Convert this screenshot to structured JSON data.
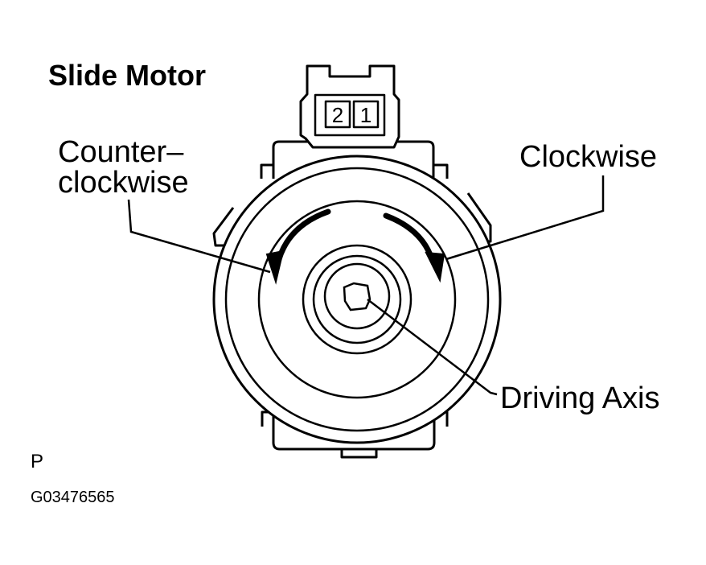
{
  "title": "Slide Motor",
  "labels": {
    "counter_clockwise_line1": "Counter–",
    "counter_clockwise_line2": "clockwise",
    "clockwise": "Clockwise",
    "driving_axis": "Driving Axis"
  },
  "connector": {
    "pins": [
      "2",
      "1"
    ]
  },
  "footer": {
    "code_letter": "P",
    "figure_id": "G03476565"
  }
}
